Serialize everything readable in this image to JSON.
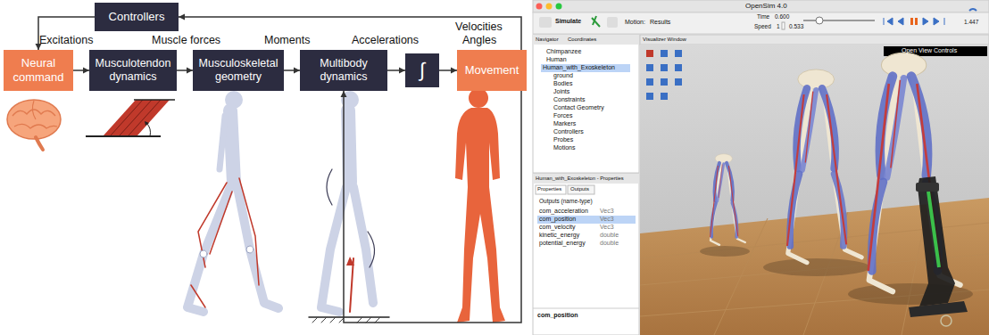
{
  "diagram": {
    "nodes": [
      {
        "text": [
          "Controllers"
        ]
      },
      {
        "text": [
          "Neural command"
        ]
      },
      {
        "text": [
          "Musculotendon dynamics"
        ]
      },
      {
        "text": [
          "Musculoskeletal geometry"
        ]
      },
      {
        "text": [
          "Multibody dynamics"
        ]
      },
      {
        "text": [
          "∫"
        ]
      },
      {
        "text": [
          "Movement"
        ]
      }
    ],
    "edges": [
      {
        "from": 1,
        "to": 2,
        "arrow": "to"
      },
      {
        "from": 2,
        "to": 3,
        "arrow": "to"
      },
      {
        "from": 3,
        "to": 4,
        "arrow": "to"
      },
      {
        "from": 4,
        "to": 5,
        "arrow": "to"
      },
      {
        "from": 5,
        "to": 6,
        "arrow": "to"
      },
      {
        "from": 6,
        "to": 0,
        "arrow": "to"
      },
      {
        "from": 0,
        "to": 1,
        "arrow": "to"
      },
      {
        "from": 6,
        "to": 4,
        "arrow": "to"
      }
    ],
    "labels": [
      "Excitations",
      "Muscle forces",
      "Moments",
      "Accelerations",
      "Velocities",
      "Angles",
      "OpenSim 4.0",
      "Simulate",
      "Motion:",
      "Results",
      "Time",
      "0.600",
      "Speed",
      "1",
      "0.533",
      "1.447",
      "Navigator",
      "Coordinates",
      "Chimpanzee",
      "Human",
      "Human_with_Exoskeleton",
      "ground",
      "Bodies",
      "Joints",
      "Constraints",
      "Contact Geometry",
      "Forces",
      "Markers",
      "Controllers",
      "Probes",
      "Motions",
      "Human_with_Exoskeleton - Properties",
      "Properties",
      "Outputs",
      "Outputs (name-type)",
      "com_acceleration",
      "Vec3",
      "com_position",
      "Vec3",
      "com_velocity",
      "Vec3",
      "kinetic_energy",
      "double",
      "potential_energy",
      "double",
      "com_position",
      "Visualizer Window",
      "Open View Controls"
    ]
  }
}
